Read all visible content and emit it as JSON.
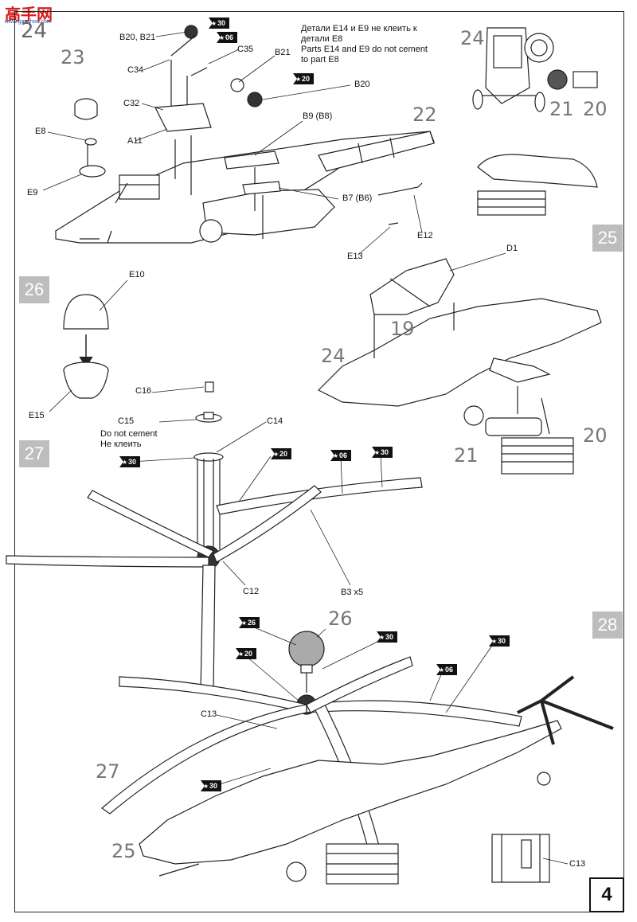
{
  "watermark": {
    "main": "高手网",
    "sub": "www.gaoshou.com"
  },
  "page_number": "4",
  "steps": [
    {
      "id": "24",
      "label": "24"
    },
    {
      "id": "25",
      "label": "25"
    },
    {
      "id": "26",
      "label": "26"
    },
    {
      "id": "27",
      "label": "27"
    },
    {
      "id": "28",
      "label": "28"
    },
    {
      "id": "22",
      "label": "22"
    },
    {
      "id": "23",
      "label": "23"
    }
  ],
  "notes": {
    "step24_ru_line1": "Детали Е14 и Е9 не клеить к",
    "step24_ru_line2": "детали Е8",
    "step24_en_line1": "Parts E14 and E9 do not cement",
    "step24_en_line2": "to part E8",
    "step27_en": "Do not cement",
    "step27_ru": "Не клеить"
  },
  "parts": {
    "b20_b21": "B20, B21",
    "c34": "C34",
    "c35": "C35",
    "b21": "B21",
    "b20": "B20",
    "c32": "C32",
    "a11": "A11",
    "e8": "E8",
    "e9": "E9",
    "b9": "B9 (B8)",
    "b7": "B7 (B6)",
    "e13": "E13",
    "e12": "E12",
    "d1": "D1",
    "e10": "E10",
    "e15": "E15",
    "c16": "C16",
    "c15": "C15",
    "c14": "C14",
    "c12": "C12",
    "b3": "B3 x5",
    "c13": "C13",
    "c13b": "C13"
  },
  "refs": {
    "r24a": "24",
    "r21a": "21",
    "r20a": "20",
    "r19": "19",
    "r24b": "24",
    "r20b": "20",
    "r21b": "21",
    "r26": "26",
    "r27": "27",
    "r25": "25"
  },
  "paint_codes": {
    "p30a": "30",
    "p06a": "06",
    "p20a": "20",
    "p30b": "30",
    "p20b": "20",
    "p06b": "06",
    "p30c": "30",
    "p26": "26",
    "p30d": "30",
    "p20c": "20",
    "p06c": "06",
    "p30e": "30",
    "p30f": "30"
  }
}
